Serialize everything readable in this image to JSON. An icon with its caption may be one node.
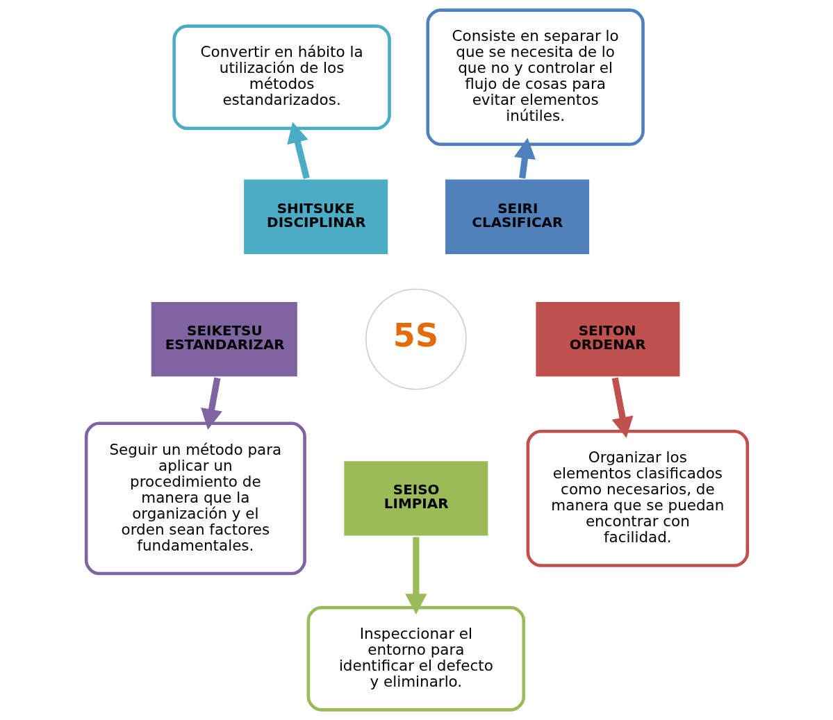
{
  "diagram": {
    "nodes": [
      {
        "text": [
          "Convertir en hábito la utilización de los métodos estandarizados."
        ]
      },
      {
        "text": [
          "Consiste en separar lo que se necesita de lo que no y controlar el flujo de cosas para evitar elementos inútiles."
        ]
      },
      {
        "text": [
          "SHITSUKE",
          "DISCIPLINAR"
        ]
      },
      {
        "text": [
          "SEIRI",
          "CLASIFICAR"
        ]
      },
      {
        "text": [
          "5S"
        ]
      },
      {
        "text": [
          "SEIKETSU",
          "ESTANDARIZAR"
        ]
      },
      {
        "text": [
          "SEITON",
          "ORDENAR"
        ]
      },
      {
        "text": [
          "SEISO",
          "LIMPIAR"
        ]
      },
      {
        "text": [
          "Seguir un método para aplicar un procedimiento de manera que la organización y el orden sean factores fundamentales."
        ]
      },
      {
        "text": [
          "Organizar los elementos clasificados como necesarios, de manera que se puedan encontrar con facilidad."
        ]
      },
      {
        "text": [
          "Inspeccionar el entorno para identificar el defecto y eliminarlo."
        ]
      }
    ],
    "edges": [
      {
        "from": 2,
        "to": 0,
        "arrow": "to",
        "color": "#4bacc6"
      },
      {
        "from": 3,
        "to": 1,
        "arrow": "to",
        "color": "#4f81bd"
      },
      {
        "from": 5,
        "to": 8,
        "arrow": "to",
        "color": "#8064a2"
      },
      {
        "from": 6,
        "to": 9,
        "arrow": "to",
        "color": "#c0504d"
      },
      {
        "from": 7,
        "to": 10,
        "arrow": "to",
        "color": "#9bbb59"
      }
    ]
  }
}
